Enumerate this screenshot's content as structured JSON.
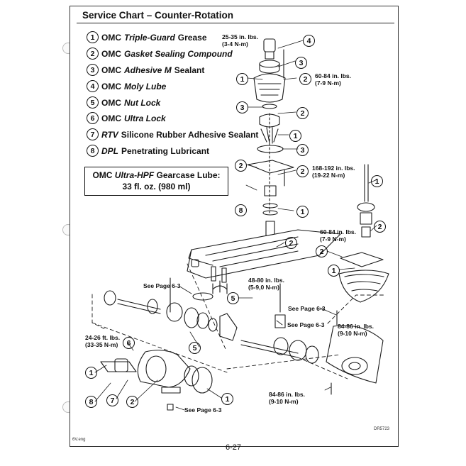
{
  "header": {
    "title": "Service Chart – Counter-Rotation"
  },
  "legend": [
    {
      "num": "1",
      "brand": "OMC",
      "product": "Triple-Guard",
      "rest": "Grease"
    },
    {
      "num": "2",
      "brand": "OMC",
      "product": "Gasket Sealing Compound",
      "rest": ""
    },
    {
      "num": "3",
      "brand": "OMC",
      "product": "Adhesive M",
      "rest": "Sealant"
    },
    {
      "num": "4",
      "brand": "OMC",
      "product": "Moly Lube",
      "rest": ""
    },
    {
      "num": "5",
      "brand": "OMC",
      "product": "Nut Lock",
      "rest": ""
    },
    {
      "num": "6",
      "brand": "OMC",
      "product": "Ultra Lock",
      "rest": ""
    },
    {
      "num": "7",
      "brand": "RTV",
      "product": "",
      "rest": "Silicone Rubber Adhesive Sealant"
    },
    {
      "num": "8",
      "brand": "DPL",
      "product": "",
      "rest": "Penetrating Lubricant"
    }
  ],
  "lube_box": {
    "brand": "OMC",
    "product": "Ultra-HPF",
    "rest": "Gearcase Lube:",
    "quantity": "33 fl. oz. (980 ml)"
  },
  "torques": {
    "t1_a": "25-35 in. lbs.",
    "t1_b": "(3-4  N-m)",
    "t2_a": "60-84 in. lbs.",
    "t2_b": "(7-9 N-m)",
    "t3_a": "168-192 in. lbs.",
    "t3_b": "(19-22 N-m)",
    "t4_a": "60-84 in. lbs.",
    "t4_b": "(7-9 N-m)",
    "t5_a": "48-80 in. lbs.",
    "t5_b": "(5-9,0  N-m)",
    "t6_a": "84-86 in. lbs.",
    "t6_b": "(9-10 N-m)",
    "t7_a": "24-26 ft. lbs.",
    "t7_b": "(33-35  N-m)",
    "t8_a": "84-86 in. lbs.",
    "t8_b": "(9-10 N-m)"
  },
  "see_refs": {
    "s1": "See Page 6-3",
    "s2": "See Page 6-3",
    "s3": "See Page 6-3",
    "s4": "See Page 6-3"
  },
  "callouts": {
    "c_4_top": "4",
    "c_3_top": "3",
    "c_1_top": "1",
    "c_2_top": "2",
    "c_3_mid": "3",
    "c_2_mid": "2",
    "c_1_mid": "1",
    "c_3_low": "3",
    "c_2_plate": "2",
    "c_2_plate_r": "2",
    "c_8_plate": "8",
    "c_1_seal": "1",
    "c_2_housing": "2",
    "c_1_shaft": "1",
    "c_2_shaftnut": "2",
    "c_2_retainer": "2",
    "c_1_retainer": "1",
    "c_5_pinion": "5",
    "c_5_gear": "5",
    "c_6_bolt": "6",
    "c_1_left": "1",
    "c_8_left": "8",
    "c_7_left": "7",
    "c_2_left": "2",
    "c_1_oring": "1"
  },
  "footer": {
    "left_code": "6V.eng",
    "page_number": "6-27",
    "drawing_id": "DR5723"
  }
}
